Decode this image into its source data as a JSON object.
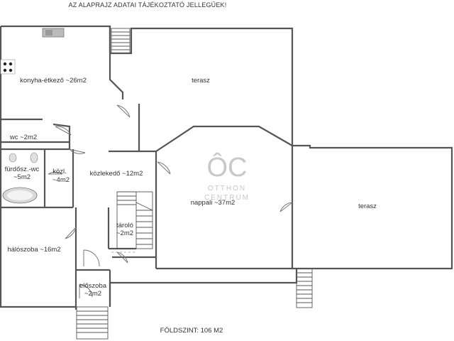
{
  "header_note": "AZ ALAPRAJZ ADATAI TÁJÉKOZTATÓ JELLEGŰEK!",
  "footer_note": "FÖLDSZINT: 106 M2",
  "watermark": {
    "mark": "ÔC",
    "line1": "OTTHON",
    "line2": "CENTRUM"
  },
  "rooms": {
    "konyha": "konyha-étkező ~26m2",
    "terasz_top": "terasz",
    "terasz_right": "terasz",
    "wc": "wc ~2m2",
    "furdo_1": "fürdősz.-wc",
    "furdo_2": "~5m2",
    "kozl_1": "közl.",
    "kozl_2": "~4m2",
    "kozlekedo": "közlekedő ~12m2",
    "nappali": "nappali ~37m2",
    "tarolo_1": "tároló",
    "tarolo_2": "~2m2",
    "haloszoba": "hálószoba ~16m2",
    "eloszoba_1": "előszoba",
    "eloszoba_2": "~2m2"
  }
}
